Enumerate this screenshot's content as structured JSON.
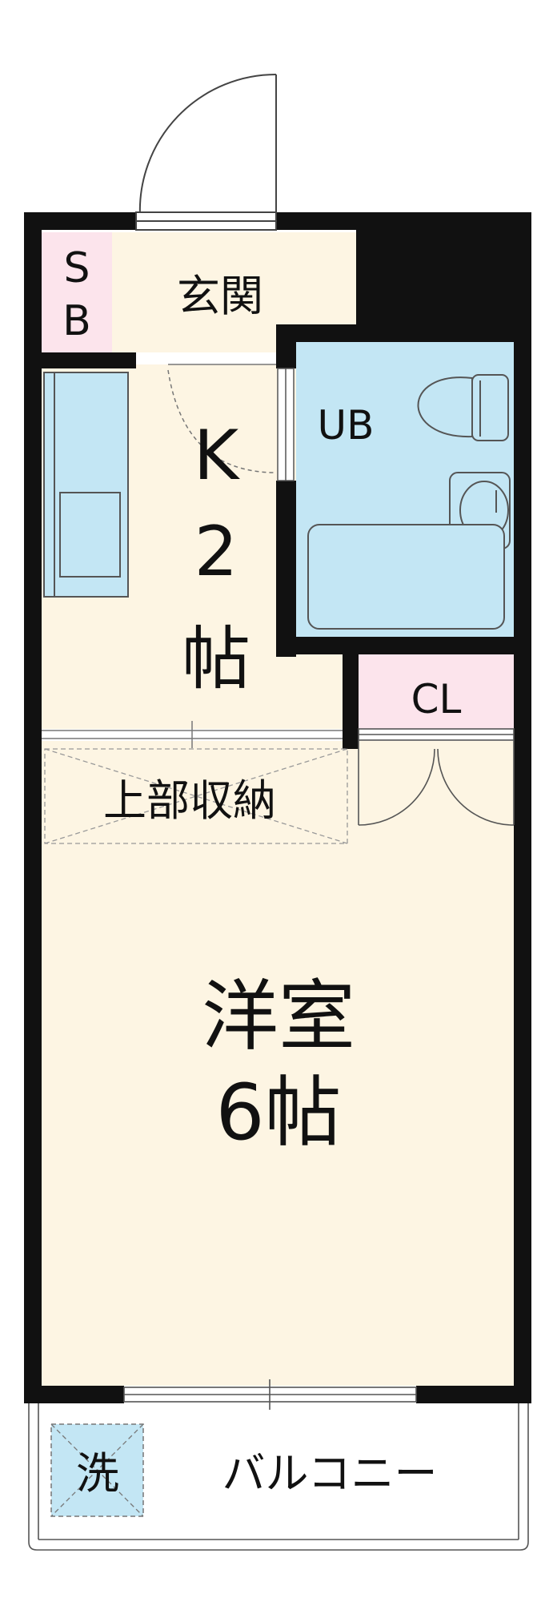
{
  "rooms": {
    "sb_top": "S",
    "sb_bottom": "B",
    "genkan": "玄関",
    "ub": "UB",
    "kitchen_k": "K",
    "kitchen_num": "2",
    "kitchen_unit": "帖",
    "closet": "CL",
    "upper_storage": "上部収納",
    "western_room_line1": "洋室",
    "western_room_line2": "6帖",
    "washer": "洗",
    "balcony": "バルコニー"
  },
  "colors": {
    "wall": "#111111",
    "floor_cream": "#fdf5e3",
    "wet_blue": "#c3e6f4",
    "storage_pink": "#fce4ec",
    "fixture_stroke": "#555555"
  }
}
